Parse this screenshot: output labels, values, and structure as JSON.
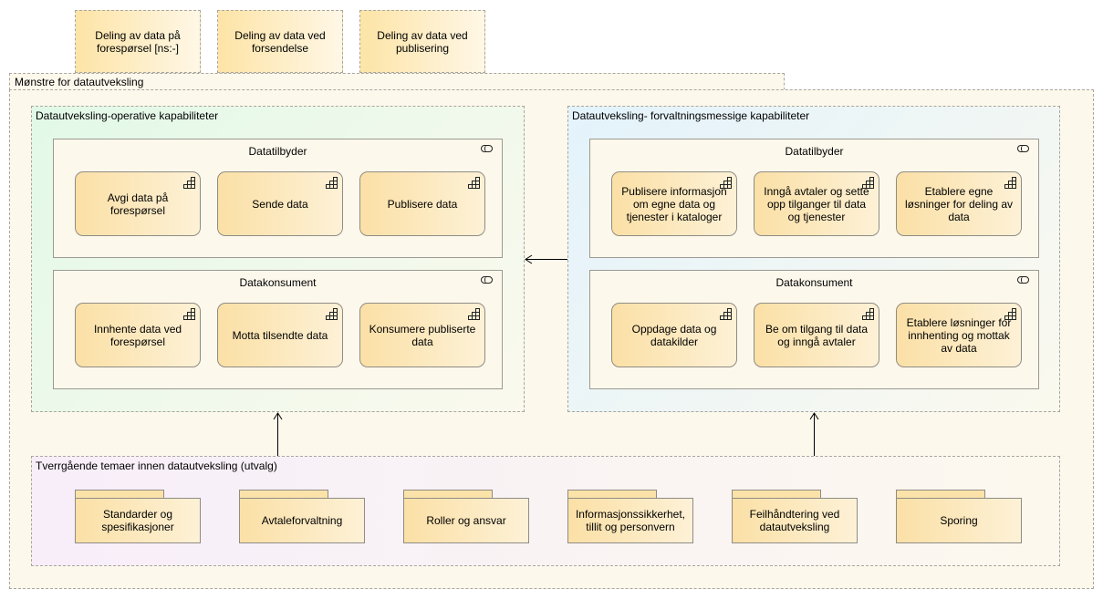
{
  "top_items": [
    "Deling av data på forespørsel [ns:-]",
    "Deling av data ved forsendelse",
    "Deling av data ved publisering"
  ],
  "main_group": {
    "title": "Mønstre for datautveksling",
    "operative": {
      "title": "Datautveksling-operative kapabiliteter",
      "provider": {
        "title": "Datatilbyder",
        "capabilities": [
          "Avgi data på forespørsel",
          "Sende data",
          "Publisere data"
        ]
      },
      "consumer": {
        "title": "Datakonsument",
        "capabilities": [
          "Innhente data ved forespørsel",
          "Motta tilsendte data",
          "Konsumere publiserte data"
        ]
      }
    },
    "management": {
      "title": "Datautveksling- forvaltningsmessige kapabiliteter",
      "provider": {
        "title": "Datatilbyder",
        "capabilities": [
          "Publisere informasjon om egne data og tjenester i kataloger",
          "Inngå avtaler og sette opp tilganger til data og tjenester",
          "Etablere egne løsninger for deling av data"
        ]
      },
      "consumer": {
        "title": "Datakonsument",
        "capabilities": [
          "Oppdage data og datakilder",
          "Be om tilgang til data og inngå avtaler",
          "Etablere løsninger for innhenting og mottak av data"
        ]
      }
    },
    "themes": {
      "title": "Tverrgående temaer innen datautveksling (utvalg)",
      "items": [
        "Standarder og spesifikasjoner",
        "Avtaleforvaltning",
        "Roller og ansvar",
        "Informasjonssikkerhet, tillit og personvern",
        "Feilhåndtering ved datautveksling",
        "Sporing"
      ]
    }
  },
  "colors": {
    "element_fill": "#fbe0a6",
    "outer_group": "#fdf8ec",
    "operative_group": "#e6f9ec",
    "management_group": "#e6f4fc",
    "themes_group": "#f8effa"
  },
  "icons": [
    "capability-icon",
    "role-icon"
  ]
}
